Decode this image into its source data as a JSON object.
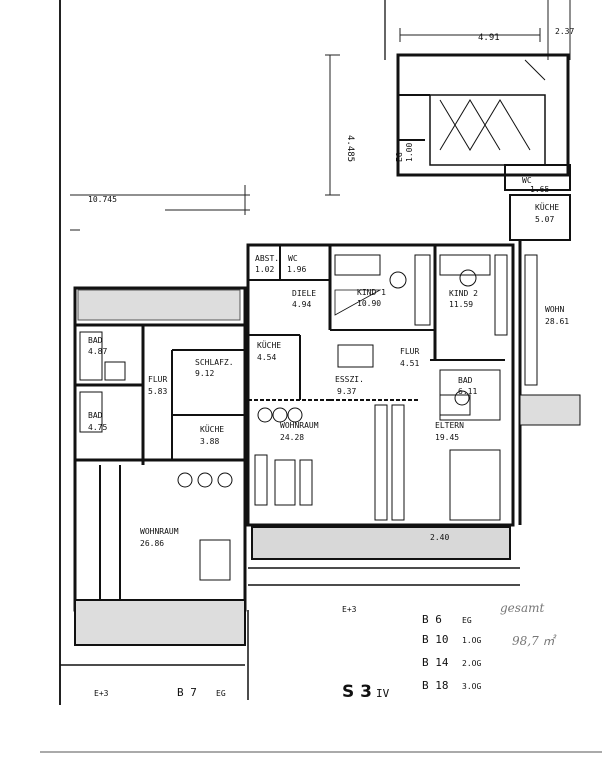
{
  "dimensions": {
    "top_width": "4.91",
    "wc_top": "2.37",
    "vertical": "4.485",
    "left_site": "10.745",
    "eg_small": "EG",
    "eg_small_2": "1.00",
    "terrace": "2.40"
  },
  "rooms": {
    "left": [
      {
        "key": "bad1",
        "name": "BAD",
        "area": "4.87"
      },
      {
        "key": "bad2",
        "name": "BAD",
        "area": "4.75"
      },
      {
        "key": "flur",
        "name": "FLUR",
        "area": "5.83"
      },
      {
        "key": "schlafz",
        "name": "SCHLAFZ.",
        "area": "9.12"
      },
      {
        "key": "kueche",
        "name": "KÜCHE",
        "area": "3.88"
      },
      {
        "key": "wohnraum",
        "name": "WOHNRAUM",
        "area": "26.86"
      }
    ],
    "center": [
      {
        "key": "abst",
        "name": "ABST.",
        "area": "1.02"
      },
      {
        "key": "wc",
        "name": "WC",
        "area": "1.96"
      },
      {
        "key": "diele",
        "name": "DIELE",
        "area": "4.94"
      },
      {
        "key": "kueche",
        "name": "KÜCHE",
        "area": "4.54"
      },
      {
        "key": "wohnraum",
        "name": "WOHNRAUM",
        "area": "24.28"
      },
      {
        "key": "esszi",
        "name": "ESSZI.",
        "area": "9.37"
      },
      {
        "key": "kind1",
        "name": "KIND 1",
        "area": "10.90"
      },
      {
        "key": "kind2",
        "name": "KIND 2",
        "area": "11.59"
      },
      {
        "key": "flur",
        "name": "FLUR",
        "area": "4.51"
      },
      {
        "key": "bad",
        "name": "BAD",
        "area": "6.11"
      },
      {
        "key": "eltern",
        "name": "ELTERN",
        "area": "19.45"
      }
    ],
    "right": [
      {
        "key": "wc",
        "name": "WC",
        "area": "1.65"
      },
      {
        "key": "kueche",
        "name": "KÜCHE",
        "area": "5.07"
      },
      {
        "key": "wohn",
        "name": "WOHN",
        "area": "28.61"
      }
    ]
  },
  "legend": {
    "e3_center": "E+3",
    "e3_bottom_left": "E+3",
    "b7": "B 7",
    "b7_floor": "EG",
    "sheet_code": "S 3",
    "sheet_suffix": "IV",
    "buildings": [
      {
        "code": "B 6",
        "floor": "EG"
      },
      {
        "code": "B 10",
        "floor": "1.OG"
      },
      {
        "code": "B 14",
        "floor": "2.OG"
      },
      {
        "code": "B 18",
        "floor": "3.OG"
      }
    ],
    "handwritten_1": "gesamt",
    "handwritten_2": "98,7 ㎡"
  }
}
